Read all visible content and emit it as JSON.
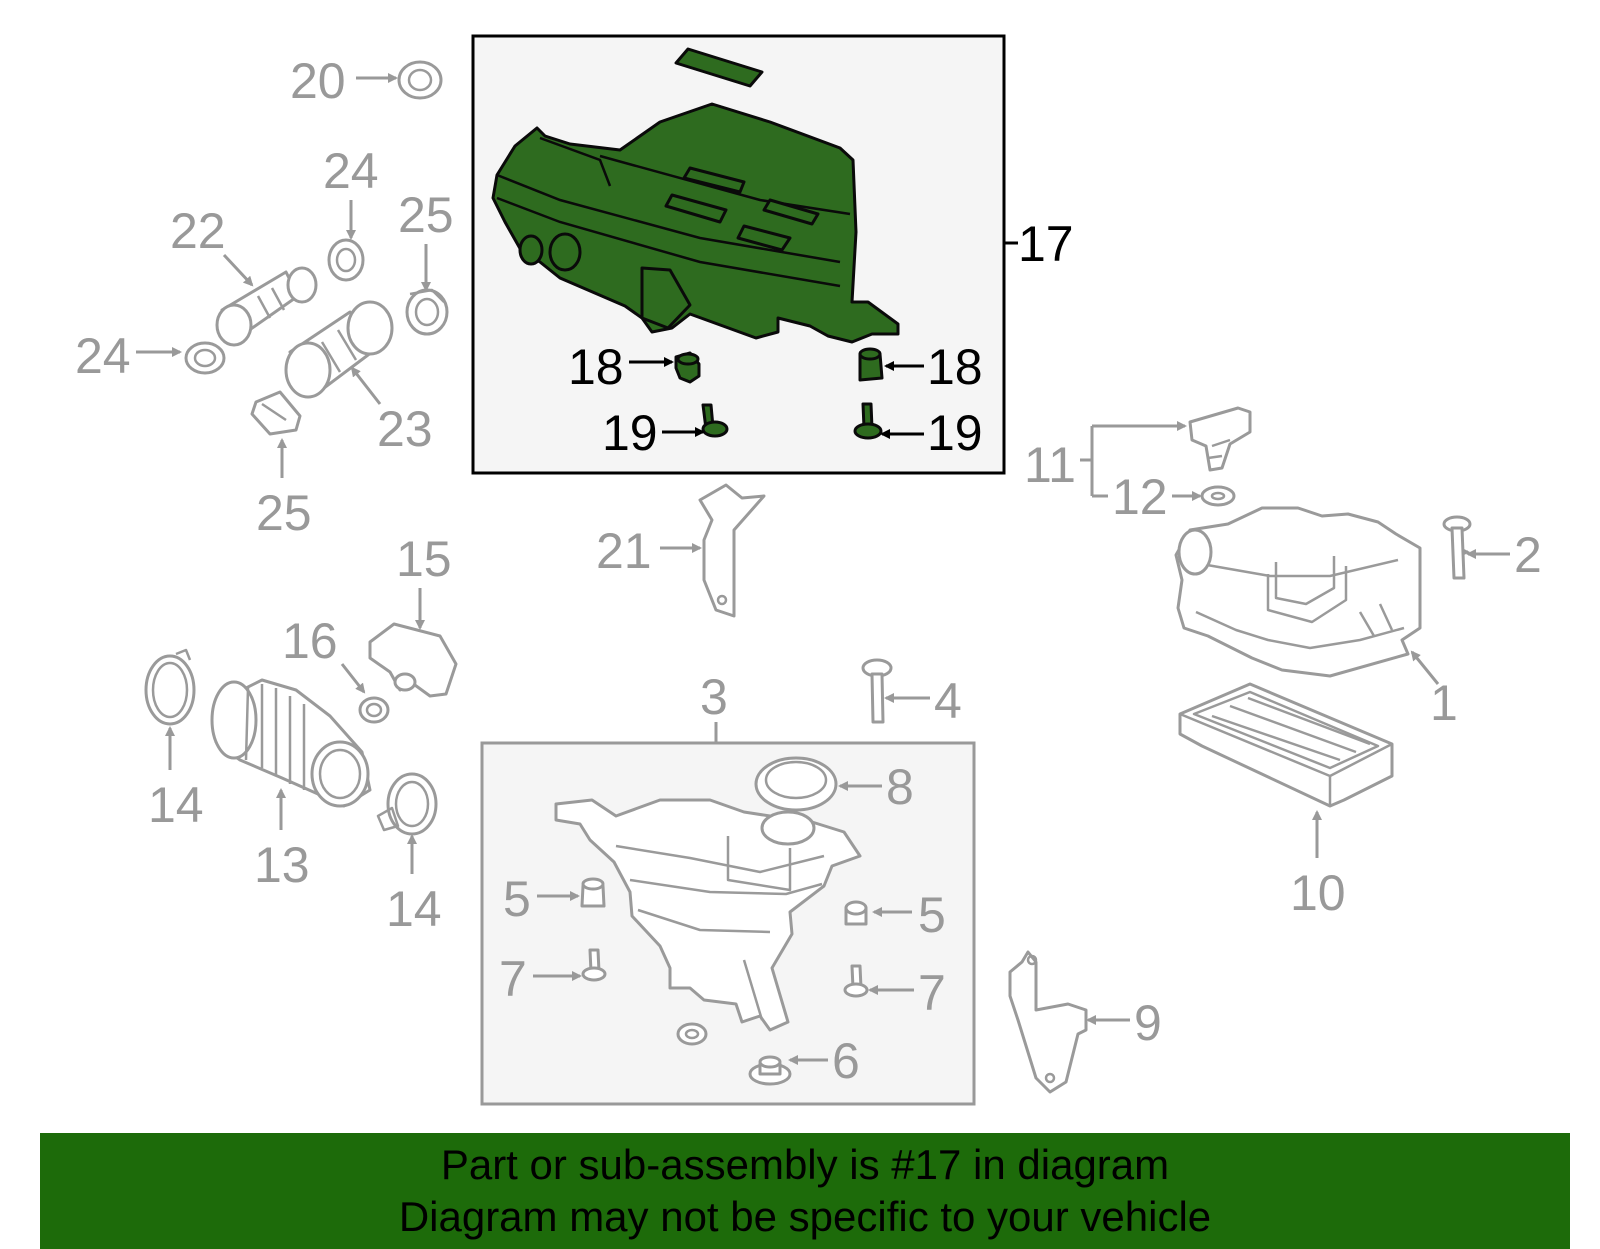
{
  "diagram": {
    "highlight_color": "#2e6b1f",
    "banner_color": "#1d6b0a",
    "callouts": {
      "c1": "1",
      "c2": "2",
      "c3": "3",
      "c4": "4",
      "c5a": "5",
      "c5b": "5",
      "c6": "6",
      "c7a": "7",
      "c7b": "7",
      "c8": "8",
      "c9": "9",
      "c10": "10",
      "c11": "11",
      "c12": "12",
      "c13": "13",
      "c14a": "14",
      "c14b": "14",
      "c15": "15",
      "c16": "16",
      "c17": "17",
      "c18a": "18",
      "c18b": "18",
      "c19a": "19",
      "c19b": "19",
      "c20": "20",
      "c21": "21",
      "c22": "22",
      "c23": "23",
      "c24a": "24",
      "c24b": "24",
      "c25a": "25",
      "c25b": "25"
    }
  },
  "banner": {
    "line1": "Part or sub-assembly is #17 in diagram",
    "line2": "Diagram may not be specific to your vehicle"
  }
}
